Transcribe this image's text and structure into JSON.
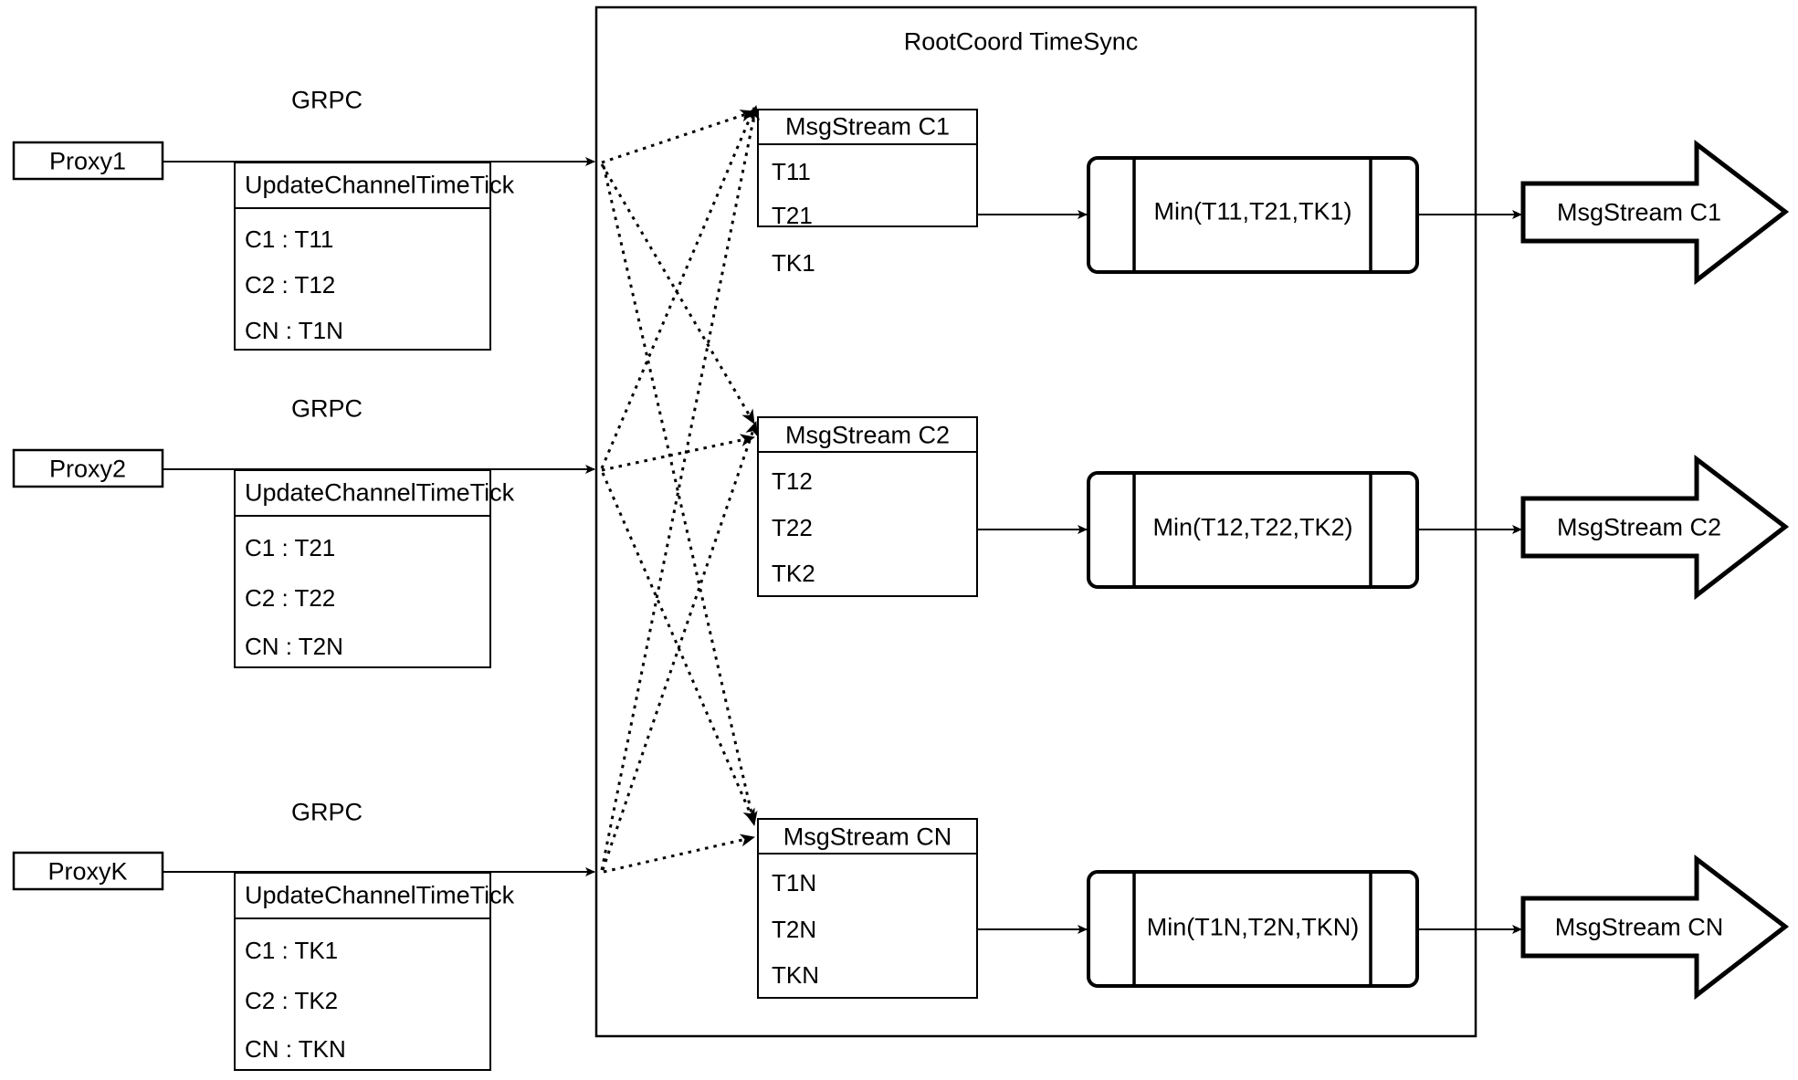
{
  "diagram": {
    "title": "RootCoord TimeSync",
    "container_label": "RootCoord TimeSync"
  },
  "proxies": [
    {
      "name": "Proxy1",
      "link_label": "GRPC",
      "request_title": "UpdateChannelTimeTick",
      "entries": [
        "C1 :  T11",
        "C2 :  T12",
        "CN : T1N"
      ]
    },
    {
      "name": "Proxy2",
      "link_label": "GRPC",
      "request_title": "UpdateChannelTimeTick",
      "entries": [
        "C1 :  T21",
        "C2 :  T22",
        "CN : T2N"
      ]
    },
    {
      "name": "ProxyK",
      "link_label": "GRPC",
      "request_title": "UpdateChannelTimeTick",
      "entries": [
        "C1 :  TK1",
        "C2 :  TK2",
        "CN : TKN"
      ]
    }
  ],
  "channels": [
    {
      "stream_title": "MsgStream C1",
      "ticks": [
        "T11",
        "T21",
        "TK1"
      ],
      "min_label": "Min(T11,T21,TK1)",
      "output_label": "MsgStream C1"
    },
    {
      "stream_title": "MsgStream C2",
      "ticks": [
        "T12",
        "T22",
        "TK2"
      ],
      "min_label": "Min(T12,T22,TK2)",
      "output_label": "MsgStream C2"
    },
    {
      "stream_title": "MsgStream CN",
      "ticks": [
        "T1N",
        "T2N",
        "TKN"
      ],
      "min_label": "Min(T1N,T2N,TKN)",
      "output_label": "MsgStream CN"
    }
  ],
  "colors": {
    "stroke": "#000000",
    "background": "#ffffff"
  }
}
